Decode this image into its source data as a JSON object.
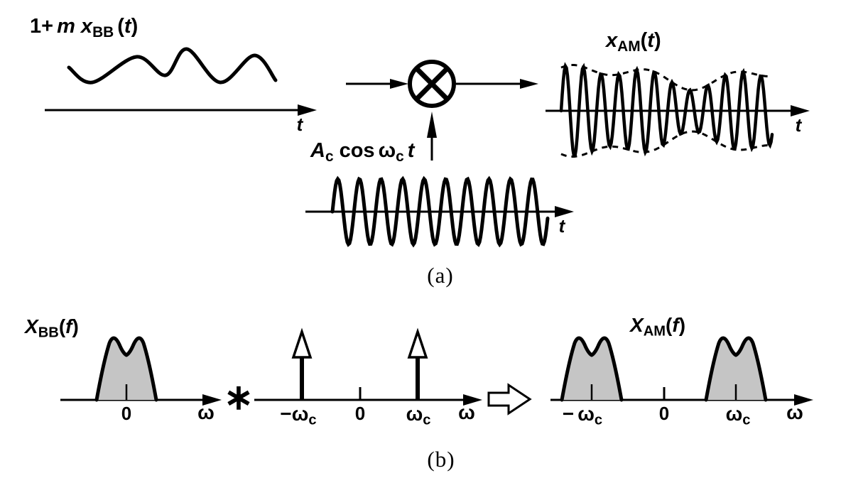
{
  "colors": {
    "ink": "#000000",
    "spectrum_fill": "#c5c5c5",
    "background": "#ffffff"
  },
  "part_a": {
    "baseband_label": {
      "coeff": "1+",
      "vars": "m x",
      "sub": "BB",
      "open": "(",
      "arg": "t",
      "close": ")"
    },
    "baseband_axis_label": "t",
    "carrier_label": {
      "amp": "A",
      "amp_sub": "c",
      "op": "cos",
      "omega": "ω",
      "omega_sub": "c",
      "arg": "t"
    },
    "carrier_axis_label": "t",
    "output_label": {
      "var": "x",
      "sub": "AM",
      "open": "(",
      "arg": "t",
      "close": ")"
    },
    "output_axis_label": "t",
    "caption": "(a)"
  },
  "part_b": {
    "input_spectrum_label": {
      "var": "X",
      "sub": "BB",
      "open": "(",
      "arg": "f",
      "close": ")"
    },
    "input_zero": "0",
    "input_axis_label": "ω",
    "convolution_symbol": "∗",
    "impulses": {
      "neg": {
        "sign": "−",
        "omega": "ω",
        "sub": "c"
      },
      "zero": "0",
      "pos": {
        "omega": "ω",
        "sub": "c"
      },
      "axis_label": "ω"
    },
    "output_spectrum_label": {
      "var": "X",
      "sub": "AM",
      "open": "(",
      "arg": "f",
      "close": ")"
    },
    "output": {
      "neg": {
        "sign": "−",
        "omega": "ω",
        "sub": "c"
      },
      "zero": "0",
      "pos": {
        "omega": "ω",
        "sub": "c"
      },
      "axis_label": "ω"
    },
    "caption": "(b)"
  }
}
